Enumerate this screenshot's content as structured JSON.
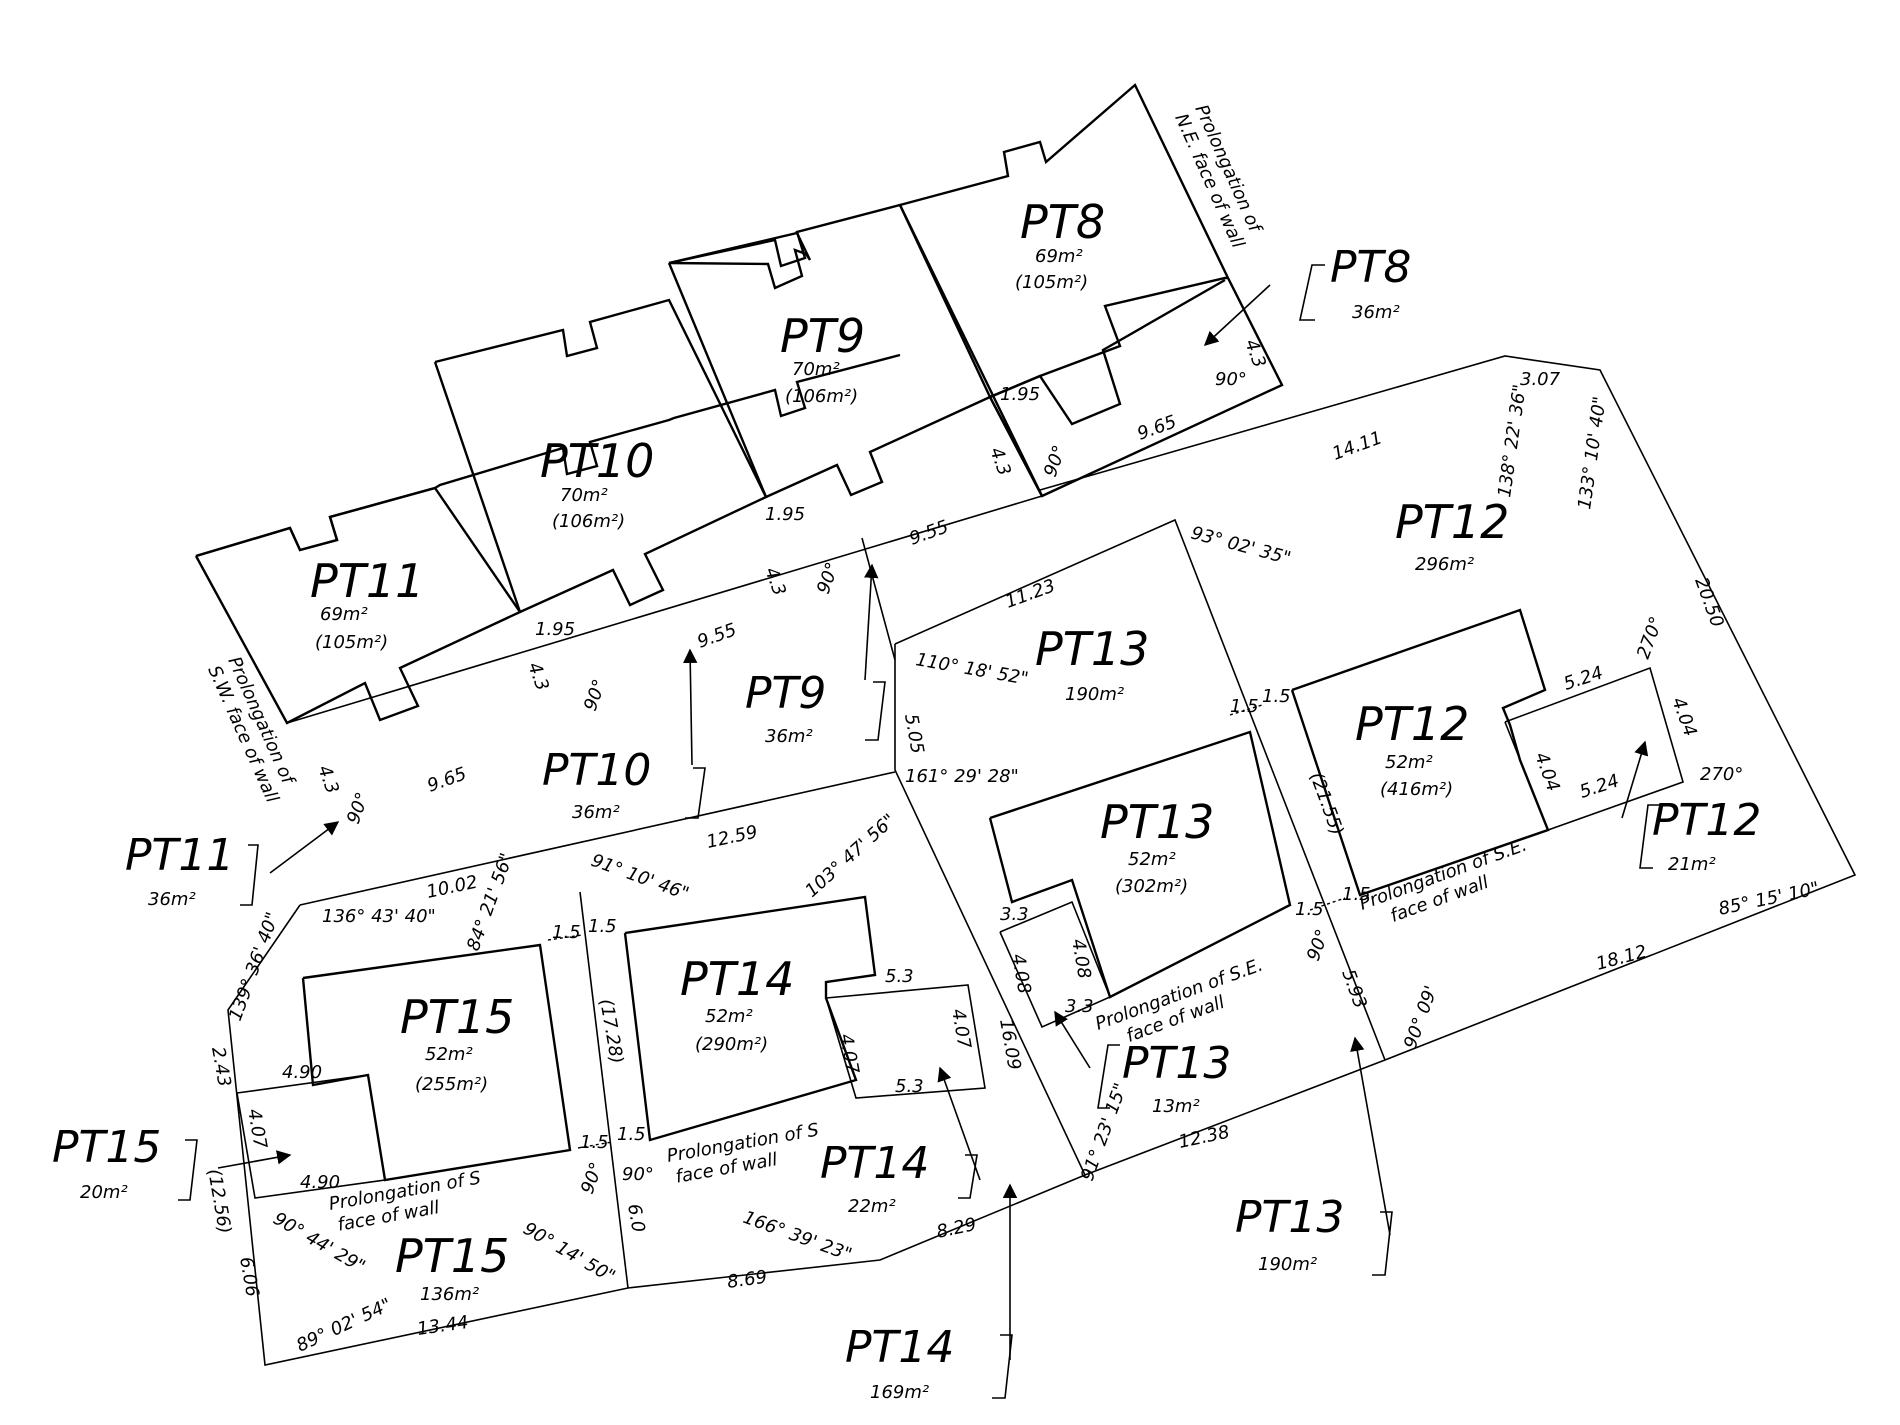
{
  "colors": {
    "highlight": "#ffff00",
    "line": "#000000",
    "background": "#ffffff"
  },
  "plots": {
    "pt8": {
      "name": "PT8",
      "area": "69m²",
      "gross": "(105m²)"
    },
    "pt9": {
      "name": "PT9",
      "area": "70m²",
      "gross": "(106m²)"
    },
    "pt10": {
      "name": "PT10",
      "area": "70m²",
      "gross": "(106m²)"
    },
    "pt11": {
      "name": "PT11",
      "area": "69m²",
      "gross": "(105m²)"
    },
    "pt12_lot": {
      "name": "PT12",
      "area": "296m²"
    },
    "pt12_bld": {
      "name": "PT12",
      "area": "52m²",
      "gross": "(416m²)"
    },
    "pt13_lot": {
      "name": "PT13",
      "area": "190m²"
    },
    "pt13_bld": {
      "name": "PT13",
      "area": "52m²",
      "gross": "(302m²)"
    },
    "pt14_bld": {
      "name": "PT14",
      "area": "52m²",
      "gross": "(290m²)"
    },
    "pt15_bld": {
      "name": "PT15",
      "area": "52m²",
      "gross": "(255m²)"
    },
    "pt15_yard": {
      "name": "PT15",
      "area": "136m²"
    }
  },
  "callouts": {
    "pt8": {
      "name": "PT8",
      "area": "36m²"
    },
    "pt9": {
      "name": "PT9",
      "area": "36m²"
    },
    "pt10": {
      "name": "PT10",
      "area": "36m²"
    },
    "pt11": {
      "name": "PT11",
      "area": "36m²"
    },
    "pt12": {
      "name": "PT12",
      "area": "21m²"
    },
    "pt13_small": {
      "name": "PT13",
      "area": "13m²"
    },
    "pt13_big": {
      "name": "PT13",
      "area": "190m²"
    },
    "pt14_small": {
      "name": "PT14",
      "area": "22m²"
    },
    "pt14_big": {
      "name": "PT14",
      "area": "169m²"
    },
    "pt15": {
      "name": "PT15",
      "area": "20m²"
    }
  },
  "notes": {
    "ne_prolong": [
      "Prolongation of",
      "N.E. face of wall"
    ],
    "sw_prolong": [
      "Prolongation of",
      "S.W. face of wall"
    ],
    "se_prolong_13": [
      "Prolongation of S.E.",
      "face of wall"
    ],
    "se_prolong_12": [
      "Prolongation of S.E.",
      "face of wall"
    ],
    "s_prolong_14": [
      "Prolongation of S",
      "face of wall"
    ],
    "s_prolong_15": [
      "Prolongation of S",
      "face of wall"
    ]
  },
  "dimensions": {
    "d1": "4.3",
    "d2": "90°",
    "d3": "1.95",
    "d4": "9.65",
    "d5": "4.3",
    "d6": "90°",
    "d7": "1.95",
    "d8": "4.3",
    "d9": "90°",
    "d10": "9.55",
    "d11": "1.95",
    "d12": "4.3",
    "d13": "90°",
    "d14": "9.55",
    "d15": "4.3",
    "d16": "90°",
    "d17": "9.65",
    "d18": "14.11",
    "d19": "3.07",
    "d20": "138° 22' 36\"",
    "d21": "133° 10' 40\"",
    "d22": "20.50",
    "d23": "93° 02' 35\"",
    "d24": "11.23",
    "d25": "110° 18' 52\"",
    "d26": "5.05",
    "d27": "161° 29' 28\"",
    "d28": "1.5",
    "d29": "1.5",
    "d30": "(21.55)",
    "d31": "5.24",
    "d32": "270°",
    "d33": "4.04",
    "d34": "4.04",
    "d35": "5.24",
    "d36": "270°",
    "d37": "1.5",
    "d38": "85° 15' 10\"",
    "d39": "12.59",
    "d40": "103° 47' 56\"",
    "d41": "91° 10' 46\"",
    "d42": "10.02",
    "d43": "136° 43' 40\"",
    "d44": "84° 21' 56\"",
    "d45": "1.5",
    "d46": "1.5",
    "d47": "139° 36' 40\"",
    "d48": "3.3",
    "d49": "4.08",
    "d50": "4.08",
    "d51": "3.3",
    "d52": "1.5",
    "d53": "90°",
    "d54": "5.93",
    "d55": "90° 09'",
    "d56": "18.12",
    "d57": "(17.28)",
    "d58": "5.3",
    "d59": "4.07",
    "d60": "4.07",
    "d61": "5.3",
    "d62": "16.09",
    "d63": "2.43",
    "d64": "4.90",
    "d65": "4.07",
    "d66": "4.90",
    "d67": "1.5",
    "d68": "1.5",
    "d69": "90°",
    "d70": "90°",
    "d71": "(12.56)",
    "d72": "6.0",
    "d73": "91° 23' 15\"",
    "d74": "12.38",
    "d75": "8.29",
    "d76": "166° 39' 23\"",
    "d77": "8.69",
    "d78": "90° 44' 29\"",
    "d79": "90° 14' 50\"",
    "d80": "6.06",
    "d81": "89° 02' 54\"",
    "d82": "13.44"
  }
}
